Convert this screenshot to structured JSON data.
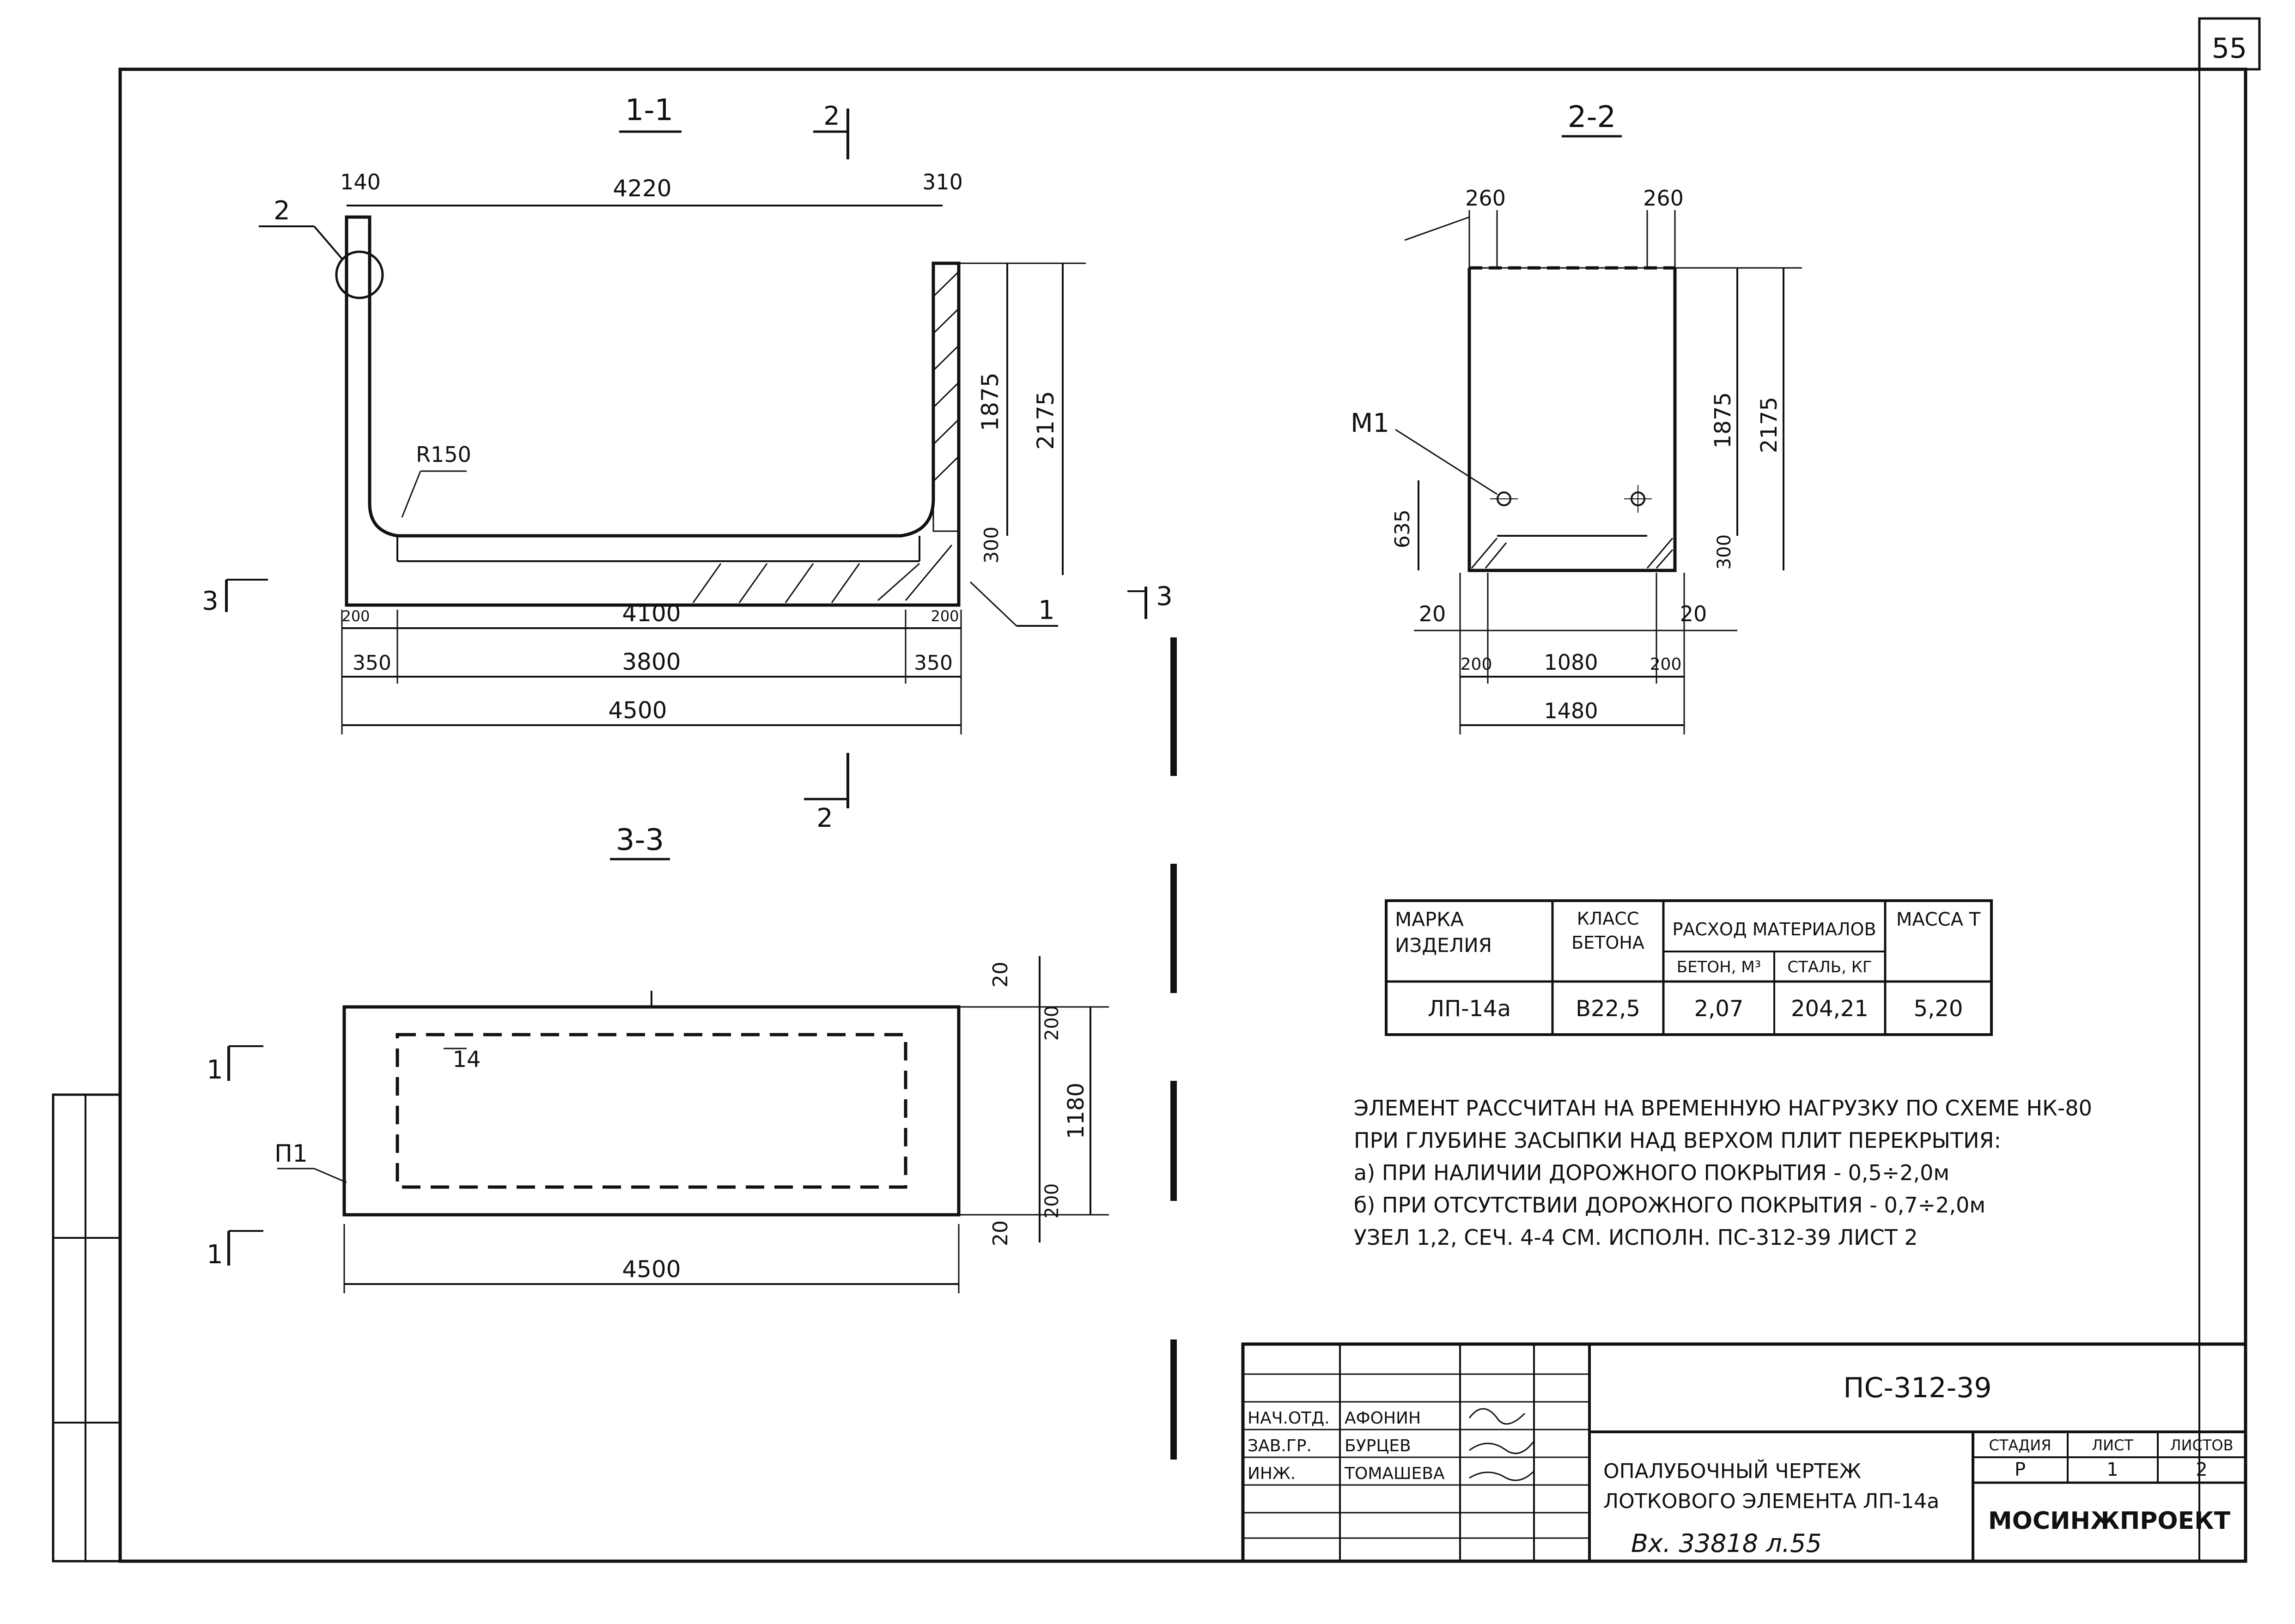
{
  "sheet_number": "55",
  "section_1": {
    "title": "1-1",
    "cut_mark": "2",
    "callout": "2",
    "dims": {
      "d140": "140",
      "d4220": "4220",
      "d310": "310",
      "d1875": "1875",
      "d2175": "2175",
      "d300": "300",
      "d4100": "4100",
      "d3800": "3800",
      "d350a": "350",
      "d350b": "350",
      "d4500": "4500",
      "d200a": "200",
      "d200b": "200"
    },
    "radius": "R150",
    "mark_1": "1",
    "section_mark_3": "3"
  },
  "section_2": {
    "title": "2-2",
    "dims": {
      "d260a": "260",
      "d260b": "260",
      "d1875": "1875",
      "d2175": "2175",
      "d635": "635",
      "d300": "300",
      "d20a": "20",
      "d20b": "20",
      "d200a": "200",
      "d1080": "1080",
      "d200b": "200",
      "d1480": "1480"
    },
    "embed_label": "M1",
    "section_mark_3": "3"
  },
  "section_3": {
    "title": "3-3",
    "dims": {
      "d20a": "20",
      "d200a": "200",
      "d1180": "1180",
      "d200b": "200",
      "d20b": "20",
      "d4500": "4500"
    },
    "label_p1": "П1",
    "label_14": "14",
    "mark_1a": "1",
    "mark_1b": "1",
    "cut_mark_bottom": "2"
  },
  "spec_table": {
    "headers": {
      "mark": "МАРКА ИЗДЕЛИЯ",
      "concrete_class": "КЛАСС БЕТОНА",
      "materials": "РАСХОД МАТЕРИАЛОВ",
      "concrete_m3": "БЕТОН, М³",
      "steel_kg": "СТАЛЬ, КГ",
      "mass": "МАССА Т"
    },
    "row": {
      "mark": "ЛП-14а",
      "concrete_class": "В22,5",
      "concrete_m3": "2,07",
      "steel_kg": "204,21",
      "mass": "5,20"
    }
  },
  "notes": [
    "ЭЛЕМЕНТ РАССЧИТАН НА ВРЕМЕННУЮ НАГРУЗКУ ПО СХЕМЕ НК-80",
    "ПРИ ГЛУБИНЕ ЗАСЫПКИ НАД ВЕРХОМ ПЛИТ ПЕРЕКРЫТИЯ:",
    "а) ПРИ НАЛИЧИИ ДОРОЖНОГО ПОКРЫТИЯ - 0,5÷2,0м",
    "б) ПРИ ОТСУТСТВИИ ДОРОЖНОГО ПОКРЫТИЯ - 0,7÷2,0м",
    "УЗЕЛ 1,2, СЕЧ. 4-4 СМ. ИСПОЛН. ПС-312-39 ЛИСТ 2"
  ],
  "title_block": {
    "people": [
      {
        "role": "НАЧ.ОТД.",
        "name": "АФОНИН"
      },
      {
        "role": "ЗАВ.ГР.",
        "name": "БУРЦЕВ"
      },
      {
        "role": "ИНЖ.",
        "name": "ТОМАШЕВА"
      }
    ],
    "doc_code": "ПС-312-39",
    "drawing_title_1": "ОПАЛУБОЧНЫЙ ЧЕРТЕЖ",
    "drawing_title_2": "ЛОТКОВОГО ЭЛЕМЕНТА ЛП-14а",
    "stage_label": "СТАДИЯ",
    "sheet_label": "ЛИСТ",
    "sheets_label": "ЛИСТОВ",
    "stage": "Р",
    "sheet": "1",
    "sheets": "2",
    "organization": "МОСИНЖПРОЕКТ",
    "inventory": "Вх. 33818 л.55"
  }
}
